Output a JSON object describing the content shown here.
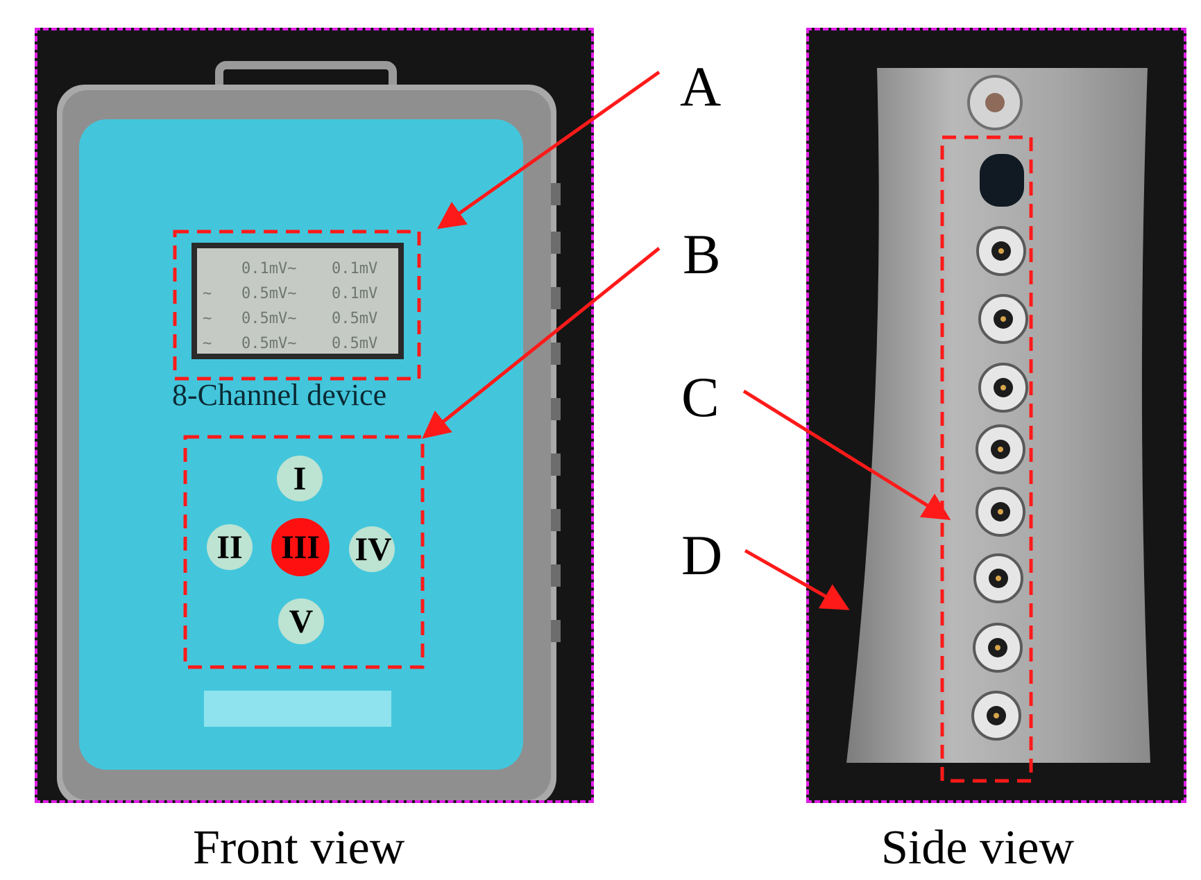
{
  "callouts": {
    "a": "A",
    "b": "B",
    "c": "C",
    "d": "D"
  },
  "front": {
    "caption": "Front view",
    "device_label": "8-Channel device",
    "lcd_rows": [
      [
        "",
        "0.1mV~",
        "0.1mV"
      ],
      [
        "~",
        "0.5mV~",
        "0.1mV"
      ],
      [
        "~",
        "0.5mV~",
        "0.5mV"
      ],
      [
        "~",
        "0.5mV~",
        "0.5mV"
      ]
    ],
    "buttons": {
      "up": "I",
      "left": "II",
      "center": "III",
      "right": "IV",
      "down": "V"
    }
  },
  "side": {
    "caption": "Side view"
  },
  "colors": {
    "frame_border": "#e01ee8",
    "highlight_box": "#ff1a1a",
    "arrow": "#ff1a1a",
    "device_face": "#43c6dc",
    "center_button": "#ff1010",
    "button": "#bde3d2"
  }
}
